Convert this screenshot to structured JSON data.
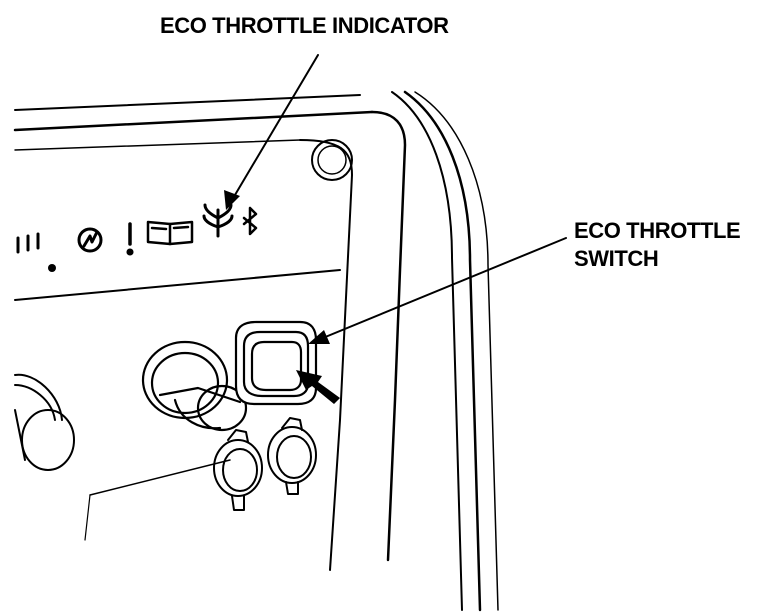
{
  "labels": {
    "indicator": "ECO THROTTLE INDICATOR",
    "switch_line1": "ECO THROTTLE",
    "switch_line2": "SWITCH"
  },
  "colors": {
    "ink": "#000000",
    "paper": "#ffffff",
    "shade": "#d9d9d9"
  }
}
